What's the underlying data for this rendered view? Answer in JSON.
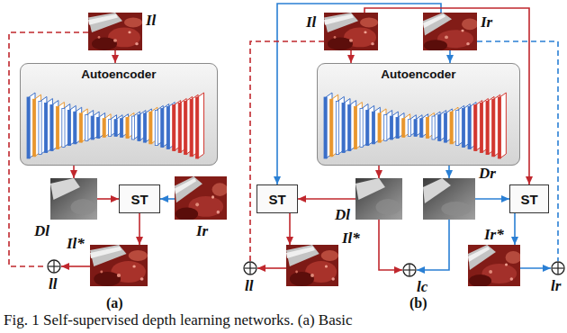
{
  "diagram": {
    "caption": "Fig. 1 Self-supervised depth learning networks. (a) Basic",
    "nodes": [
      {
        "text": [
          "Il"
        ]
      },
      {
        "text": [
          "Autoencoder"
        ]
      },
      {
        "text": [
          "Dl"
        ]
      },
      {
        "text": [
          "ST"
        ]
      },
      {
        "text": [
          "Ir"
        ]
      },
      {
        "text": [
          "Il*"
        ]
      },
      {
        "text": [
          "ll"
        ]
      },
      {
        "text": [
          "Il"
        ]
      },
      {
        "text": [
          "Ir"
        ]
      },
      {
        "text": [
          "Autoencoder"
        ]
      },
      {
        "text": [
          "ST"
        ]
      },
      {
        "text": [
          "Dl"
        ]
      },
      {
        "text": [
          "Dr"
        ]
      },
      {
        "text": [
          "ST"
        ]
      },
      {
        "text": [
          "ll"
        ]
      },
      {
        "text": [
          "Il*"
        ]
      },
      {
        "text": [
          "lc"
        ]
      },
      {
        "text": [
          "Ir*"
        ]
      },
      {
        "text": [
          "lr"
        ]
      }
    ],
    "edges": [
      {
        "from": 0,
        "to": 1,
        "arrow": "to"
      },
      {
        "from": 1,
        "to": 2,
        "arrow": "to"
      },
      {
        "from": 2,
        "to": 3,
        "arrow": "to"
      },
      {
        "from": 4,
        "to": 3,
        "arrow": "to"
      },
      {
        "from": 3,
        "to": 5,
        "arrow": "to"
      },
      {
        "from": 5,
        "to": 6,
        "arrow": "to"
      },
      {
        "from": 0,
        "to": 6,
        "arrow": "none"
      },
      {
        "from": 7,
        "to": 9,
        "arrow": "to"
      },
      {
        "from": 8,
        "to": 9,
        "arrow": "to"
      },
      {
        "from": 9,
        "to": 11,
        "arrow": "to"
      },
      {
        "from": 9,
        "to": 12,
        "arrow": "to"
      },
      {
        "from": 8,
        "to": 10,
        "arrow": "to"
      },
      {
        "from": 11,
        "to": 10,
        "arrow": "to"
      },
      {
        "from": 10,
        "to": 15,
        "arrow": "to"
      },
      {
        "from": 7,
        "to": 13,
        "arrow": "to"
      },
      {
        "from": 12,
        "to": 13,
        "arrow": "to"
      },
      {
        "from": 13,
        "to": 17,
        "arrow": "to"
      },
      {
        "from": 11,
        "to": 16,
        "arrow": "to"
      },
      {
        "from": 12,
        "to": 16,
        "arrow": "to"
      },
      {
        "from": 15,
        "to": 14,
        "arrow": "to"
      },
      {
        "from": 17,
        "to": 18,
        "arrow": "to"
      },
      {
        "from": 7,
        "to": 14,
        "arrow": "none"
      },
      {
        "from": 8,
        "to": 18,
        "arrow": "none"
      }
    ],
    "labels": [
      "(a)",
      "(b)"
    ]
  }
}
